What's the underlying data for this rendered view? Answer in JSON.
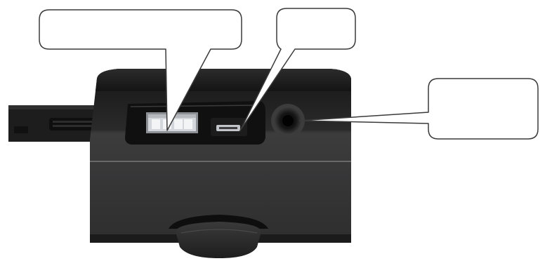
{
  "diagram": {
    "callouts": [
      {
        "id": "left",
        "label": ""
      },
      {
        "id": "middle",
        "label": ""
      },
      {
        "id": "right",
        "label": ""
      }
    ]
  },
  "colors": {
    "device_body": "#2b2b2c",
    "device_top": "#1c1c1d",
    "callout_fill": "#ffffff",
    "callout_stroke": "#3a3a3a",
    "port_silver": "#c9ccd0"
  },
  "icons": [
    "device-photo",
    "usb-port",
    "mini-usb-port",
    "audio-jack",
    "cable-plug"
  ]
}
